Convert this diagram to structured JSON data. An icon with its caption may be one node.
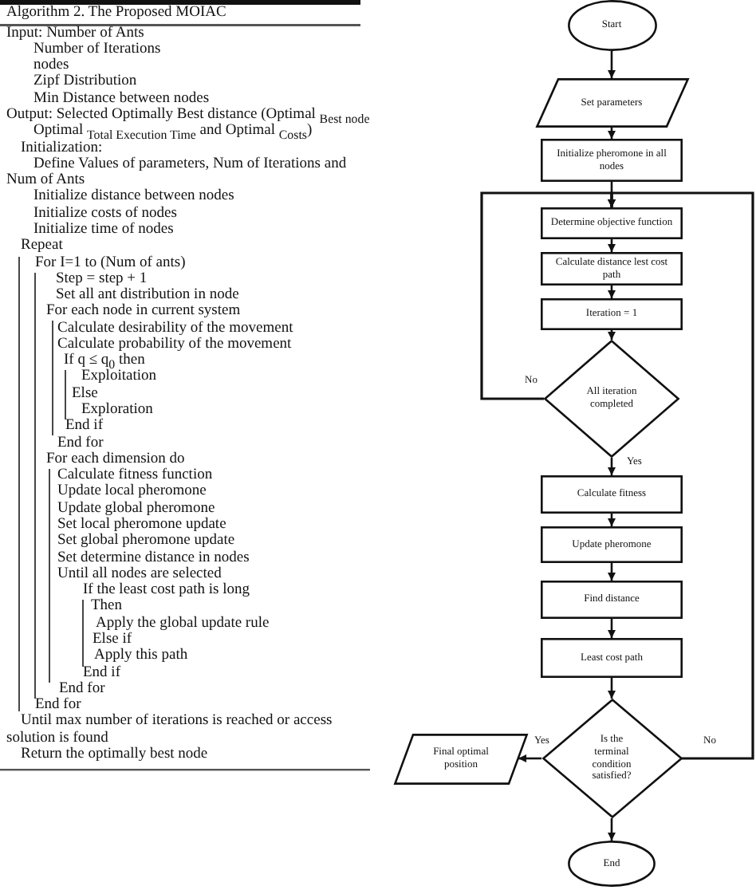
{
  "diagram": {
    "nodes": [
      {
        "text": [
          "Start"
        ]
      },
      {
        "text": [
          "Set parameters"
        ]
      },
      {
        "text": [
          "Initialize pheromone in all nodes"
        ]
      },
      {
        "text": [
          "Determine objective function"
        ]
      },
      {
        "text": [
          "Calculate distance lest cost path"
        ]
      },
      {
        "text": [
          "Iteration = 1"
        ]
      },
      {
        "text": [
          "All iteration completed"
        ]
      },
      {
        "text": [
          "Calculate fitness"
        ]
      },
      {
        "text": [
          "Update pheromone"
        ]
      },
      {
        "text": [
          "Find distance"
        ]
      },
      {
        "text": [
          "Least cost path"
        ]
      },
      {
        "text": [
          "Is the terminal condition satisfied?"
        ]
      },
      {
        "text": [
          "Final optimal position"
        ]
      },
      {
        "text": [
          "End"
        ]
      }
    ],
    "edges": [
      {
        "from": 0,
        "to": 1,
        "arrow": "to"
      },
      {
        "from": 1,
        "to": 2,
        "arrow": "to"
      },
      {
        "from": 2,
        "to": 3,
        "arrow": "to"
      },
      {
        "from": 3,
        "to": 4,
        "arrow": "to"
      },
      {
        "from": 4,
        "to": 5,
        "arrow": "to"
      },
      {
        "from": 5,
        "to": 6,
        "arrow": "to"
      },
      {
        "from": 6,
        "to": 7,
        "arrow": "to",
        "label": "Yes"
      },
      {
        "from": 7,
        "to": 8,
        "arrow": "to"
      },
      {
        "from": 8,
        "to": 9,
        "arrow": "to"
      },
      {
        "from": 9,
        "to": 10,
        "arrow": "to"
      },
      {
        "from": 10,
        "to": 11,
        "arrow": "to"
      },
      {
        "from": 11,
        "to": 12,
        "arrow": "to",
        "label": "Yes"
      },
      {
        "from": 11,
        "to": 13,
        "arrow": "to"
      },
      {
        "from": 6,
        "to": 3,
        "arrow": "to",
        "label": "No"
      },
      {
        "from": 11,
        "to": 3,
        "arrow": "to",
        "label": "No"
      }
    ],
    "labels": [
      "Algorithm 2. The Proposed MOIAC",
      "Input: Number of Ants",
      "Number of Iterations",
      "nodes",
      "Zipf Distribution",
      "Min Distance between nodes",
      "Output: Selected Optimally Best distance (Optimal $_{Best node}$",
      "Optimal $_{Total Execution Time}$ and Optimal $_{Costs}$)",
      "Initialization:",
      "Define Values of parameters, Num of Iterations and Num of Ants",
      "Initialize distance between nodes",
      "Initialize costs of nodes",
      "Initialize time of nodes",
      "Repeat",
      "For I=1 to (Num of ants)",
      "Step = step + 1",
      "Set all ant distribution in node",
      "For each node in current system",
      "Calculate desirability of the movement",
      "Calculate probability of the movement",
      "If q ≤ q$_{0}$  then",
      "Exploitation",
      "Else",
      "Exploration",
      "End if",
      "End for",
      "For each dimension do",
      "Calculate fitness function",
      "Update local pheromone",
      "Update global pheromone",
      "Set local pheromone update",
      "Set global pheromone update",
      "Set determine distance in nodes",
      "Until all nodes are selected",
      "If the least cost path is long",
      "Then",
      "Apply the global update rule",
      "Else if",
      "Apply this path",
      "End if",
      "End for",
      "End for",
      "Until max number of iterations is reached or access solution is found",
      "Return the optimally best node"
    ]
  }
}
